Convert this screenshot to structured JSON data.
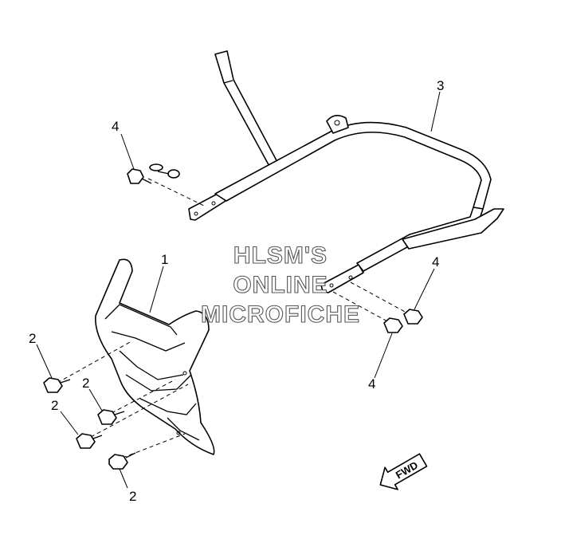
{
  "callouts": [
    {
      "id": "1",
      "text": "1"
    },
    {
      "id": "2a",
      "text": "2"
    },
    {
      "id": "2b",
      "text": "2"
    },
    {
      "id": "2c",
      "text": "2"
    },
    {
      "id": "2d",
      "text": "2"
    },
    {
      "id": "3",
      "text": "3"
    },
    {
      "id": "4a",
      "text": "4"
    },
    {
      "id": "4b",
      "text": "4"
    },
    {
      "id": "4c",
      "text": "4"
    }
  ],
  "watermark": {
    "line1": "HLSM'S",
    "line2": "ONLINE",
    "line3": "MICROFICHE"
  },
  "direction_marker": {
    "label": "FWD"
  }
}
